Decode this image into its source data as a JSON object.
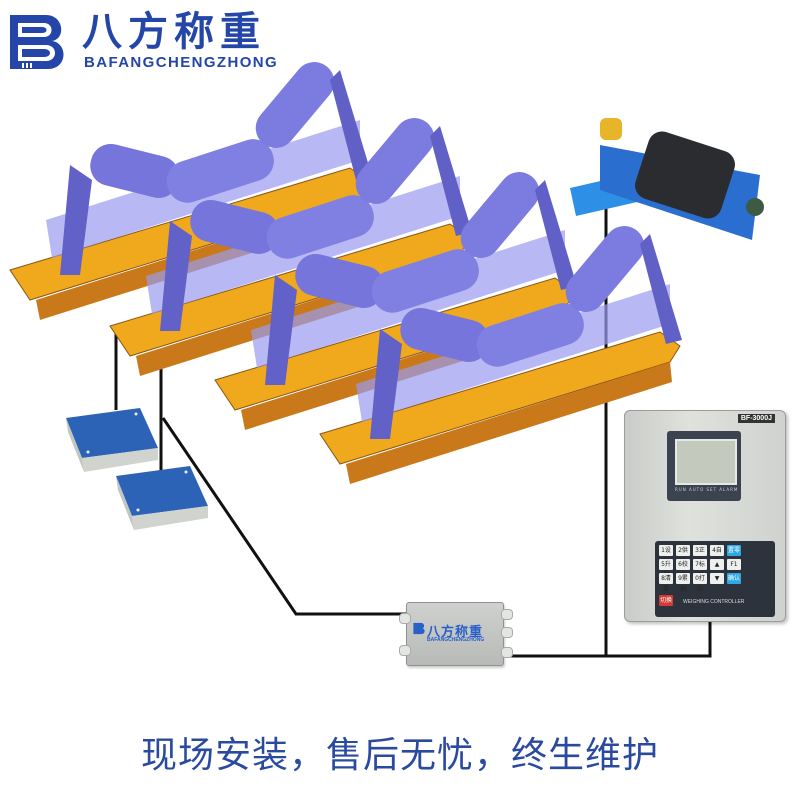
{
  "brand": {
    "name_cn": "八方称重",
    "name_en": "BAFANGCHENGZHONG",
    "color": "#2346a8"
  },
  "caption": {
    "text": "现场安装，售后无忧，终生维护",
    "color": "#2a4aa0"
  },
  "diagram": {
    "components": [
      {
        "id": "idler-frames",
        "label": "Belt scale idler frames (x4)",
        "roller_color": "#7f7fe0",
        "frame_color": "#f0a81c"
      },
      {
        "id": "speed-sensor",
        "label": "Speed sensor roller",
        "color": "#2d7fd6"
      },
      {
        "id": "load-cells",
        "label": "Load cells (x2)",
        "color": "#2d63b6"
      },
      {
        "id": "junction-box",
        "label": "Junction box"
      },
      {
        "id": "controller",
        "label": "Weighing controller"
      }
    ]
  },
  "junction_box": {
    "logo_cn": "八方称重",
    "logo_en": "BAFANGCHENGZHONG"
  },
  "controller": {
    "model": "BF-3000J",
    "leds": "RUN AUTO SET ALARM",
    "label": "WEIGHING CONTROLLER",
    "keys": [
      [
        "1设定",
        "2供料",
        "3正常",
        "4自检",
        "置零"
      ],
      [
        "5升档",
        "6校准",
        "7标定",
        "▲",
        "F1"
      ],
      [
        "8清零",
        "9累积",
        "0打印",
        "▼",
        "确认"
      ]
    ],
    "red_key": "切换"
  }
}
